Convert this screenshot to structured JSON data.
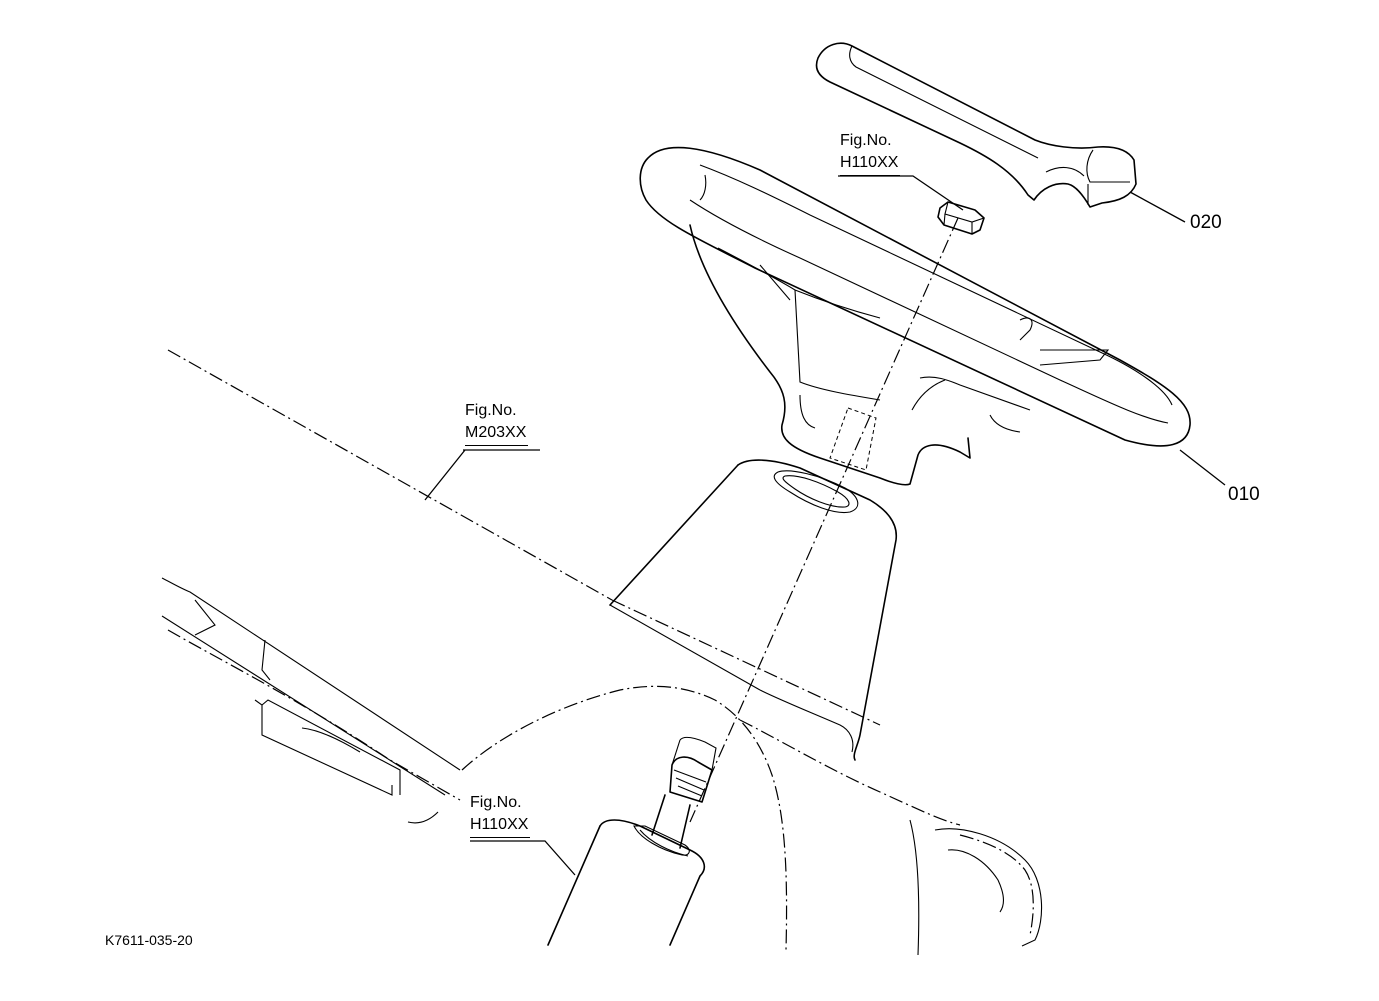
{
  "callouts": {
    "part_020": "020",
    "part_010": "010"
  },
  "references": {
    "ref_top": {
      "prefix": "Fig.No.",
      "number": "H110XX"
    },
    "ref_mid": {
      "prefix": "Fig.No.",
      "number": "M203XX"
    },
    "ref_bottom": {
      "prefix": "Fig.No.",
      "number": "H110XX"
    }
  },
  "drawing_code": "K7611-035-20"
}
